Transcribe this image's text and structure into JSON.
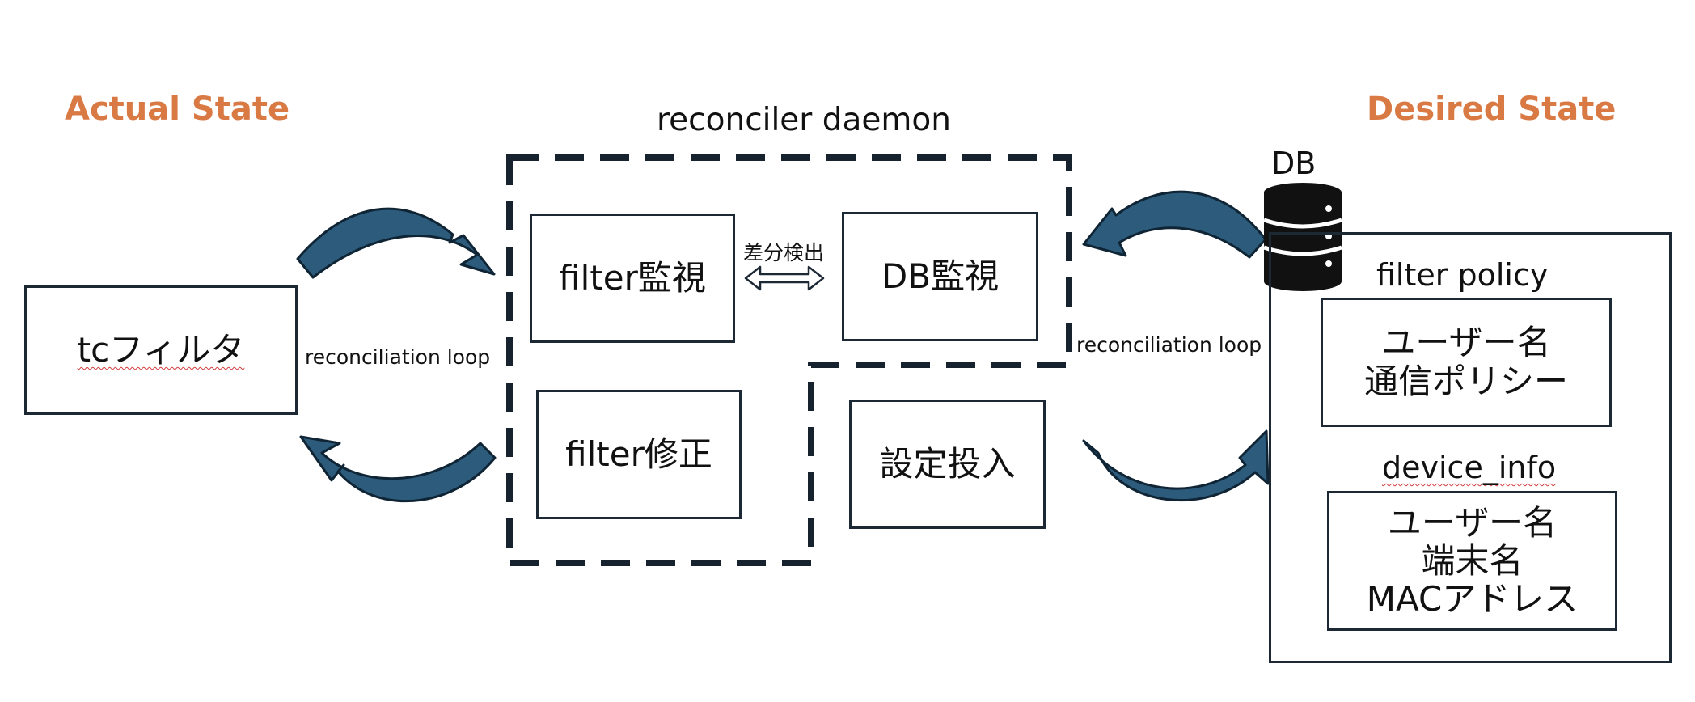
{
  "headings": {
    "actual": "Actual State",
    "desired": "Desired State",
    "daemon": "reconciler daemon"
  },
  "left": {
    "tc_filter": "tcフィルタ",
    "loop_label": "reconciliation loop"
  },
  "daemon": {
    "filter_watch": "filter監視",
    "db_watch": "DB監視",
    "diff_label": "差分検出",
    "filter_fix": "filter修正",
    "config_apply": "設定投入"
  },
  "right": {
    "loop_label": "reconciliation loop",
    "db_label": "DB",
    "filter_policy": {
      "title": "filter policy",
      "line1": "ユーザー名",
      "line2": "通信ポリシー"
    },
    "device_info": {
      "title": "device_info",
      "line1": "ユーザー名",
      "line2": "端末名",
      "line3": "MACアドレス"
    }
  },
  "colors": {
    "heading": "#d97a45",
    "arrow_fill": "#2d5b7b",
    "arrow_stroke": "#0f2434",
    "box_border": "#1d2835",
    "dashed": "#16222e"
  }
}
